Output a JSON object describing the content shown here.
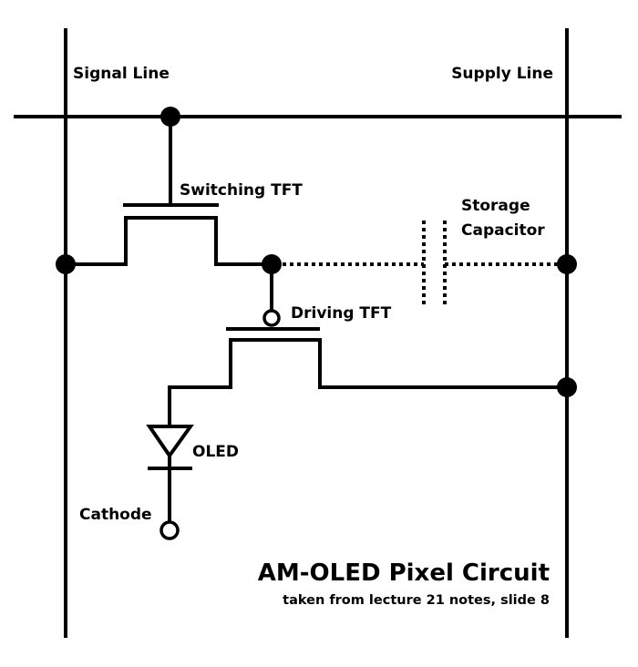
{
  "diagram": {
    "title": "AM-OLED Pixel Circuit",
    "subtitle": "taken from lecture 21 notes, slide 8",
    "labels": {
      "signal_line": "Signal Line",
      "supply_line": "Supply Line",
      "switching_tft": "Switching TFT",
      "storage_capacitor_line1": "Storage",
      "storage_capacitor_line2": "Capacitor",
      "driving_tft": "Driving TFT",
      "oled": "OLED",
      "cathode": "Cathode"
    },
    "colors": {
      "stroke": "#000000",
      "background": "#ffffff"
    }
  }
}
